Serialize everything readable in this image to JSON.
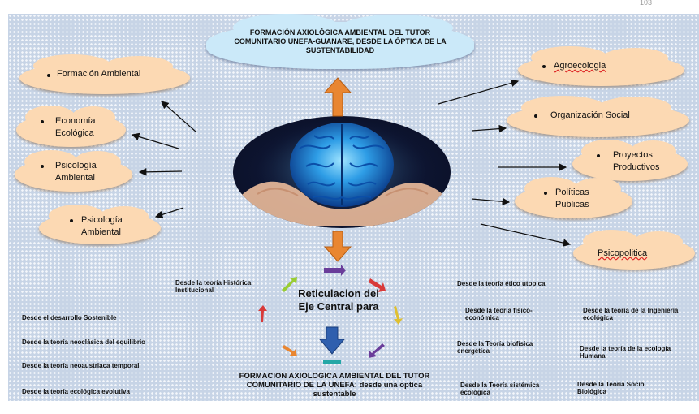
{
  "page_number": "103",
  "top_cloud": {
    "title": "FORMACIÓN AXIOLÓGICA AMBIENTAL DEL TUTOR COMUNITARIO UNEFA-GUANARE, DESDE LA ÓPTICA DE LA SUSTENTABILIDAD"
  },
  "left_clouds": [
    {
      "label": "Formación Ambiental"
    },
    {
      "label": "Economía Ecológica"
    },
    {
      "label": "Psicología Ambiental"
    },
    {
      "label": "Psicología Ambiental"
    }
  ],
  "right_clouds": [
    {
      "label": "Agroecologia"
    },
    {
      "label": "Organización Social"
    },
    {
      "label": "Proyectos Productivos"
    },
    {
      "label": "Políticas Publicas"
    },
    {
      "label": "Psicopolitica"
    }
  ],
  "center": {
    "title": "Reticulacion del Eje Central para",
    "bottom_title": "FORMACION AXIOLOGICA AMBIENTAL DEL TUTOR COMUNITARIO DE LA UNEFA; desde una optica sustentable"
  },
  "left_labels": {
    "historica": "Desde la teoría Histórica Institucional",
    "sostenible": "Desde el desarrollo Sostenible",
    "neoclasica": "Desde la teoría neoclásica del equilibrio",
    "neoaustriaca": "Desde la teoría neoaustriaca temporal",
    "ecologica": "Desde la teoría ecológica evolutiva"
  },
  "right_labels": {
    "etico": "Desde la teoría ético utopica",
    "fisico": "Desde la teoría físico-económica",
    "ingenieria": "Desde la teoría de la Ingeniería ecológica",
    "biofisica": "Desde la Teoría biofísica energética",
    "ecologia_humana": "Desde la teoría de la ecología Humana",
    "sistemica": "Desde la Teoría sistémica ecológica",
    "socio": "Desde la Teoría Socio Biológica"
  }
}
